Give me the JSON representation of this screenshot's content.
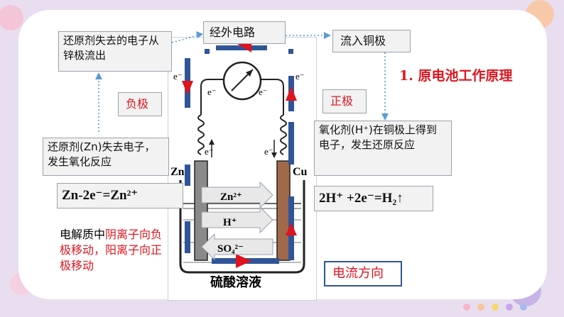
{
  "title": "1. 原电池工作原理",
  "boxes": {
    "reductant_lose": "还原剂失去的电子从锌极流出",
    "external": "经外电路",
    "into_copper": "流入铜极",
    "negative": "负极",
    "positive": "正极",
    "oxidant_gain": "氧化剂(H⁺)在铜极上得到电子，发生还原反应",
    "reductant_zn": "还原剂(Zn)失去电子，发生氧化反应",
    "zn_reaction": "Zn-2e⁻=Zn²⁺",
    "h_reaction": "2H⁺ +2e⁻=H₂↑",
    "current_dir": "电流方向"
  },
  "migration": {
    "part1": "电解质中",
    "part2": "阴离子",
    "part3": "向负极移动，",
    "part4": "阳离子向正极移动"
  },
  "apparatus": {
    "zn": "Zn",
    "cu": "Cu",
    "electron": "e⁻",
    "ion_zn": "Zn²⁺",
    "ion_h": "H⁺",
    "ion_so4": "SO₄²⁻",
    "solution": "硫酸溶液"
  },
  "colors": {
    "accent_red": "#e0141e",
    "arrow_blue": "#2f5597",
    "dotted_blue": "#5b9bd5"
  }
}
